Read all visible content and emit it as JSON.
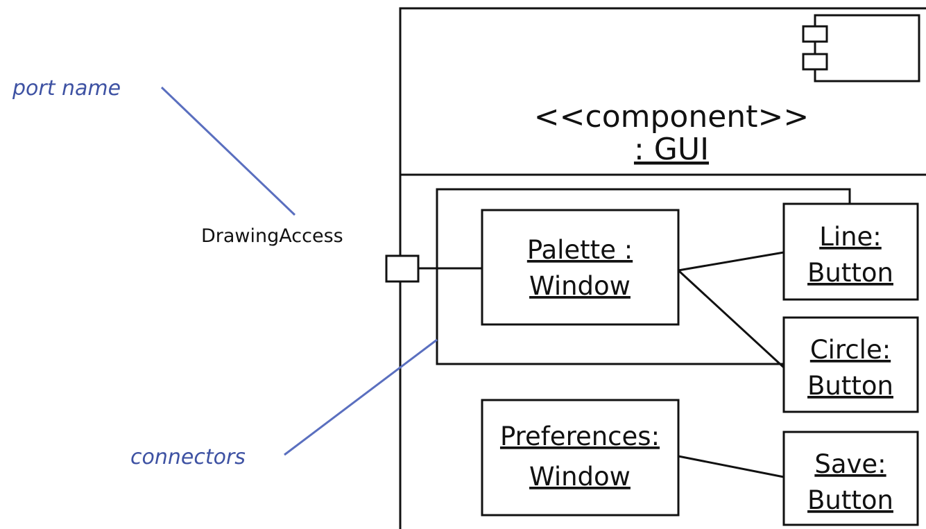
{
  "component": {
    "stereotype": "<<component>>",
    "name": ": GUI"
  },
  "port": {
    "label": "DrawingAccess"
  },
  "parts": {
    "palette": {
      "line1": "Palette :",
      "line2": "Window"
    },
    "line": {
      "line1": "Line:",
      "line2": "Button"
    },
    "circle": {
      "line1": "Circle:",
      "line2": "Button"
    },
    "preferences": {
      "line1": "Preferences:",
      "line2": "Window"
    },
    "save": {
      "line1": "Save:",
      "line2": "Button"
    }
  },
  "annotations": {
    "port_name": "port name",
    "connectors": "connectors"
  },
  "colors": {
    "annotation": "#3e52a3",
    "stroke": "#111111"
  }
}
